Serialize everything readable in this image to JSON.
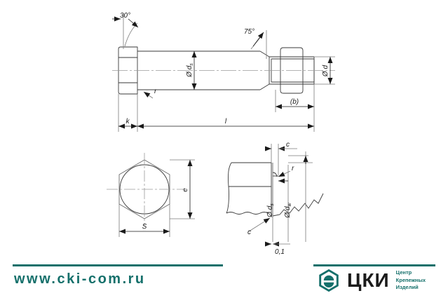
{
  "document": {
    "type": "technical-drawing",
    "subject": "hex head bolt",
    "title": ""
  },
  "drawing": {
    "views": {
      "main": {
        "name": "side-elevation",
        "labels": {
          "angle_head_chamfer": "30°",
          "angle_thread_lead": "75°",
          "shank_diameter": "Ø dₛ",
          "thread_diameter": "Ø d",
          "thread_length": "(b)",
          "head_height": "k",
          "overall_length": "l",
          "head_radius": "r"
        }
      },
      "hex": {
        "name": "head-end-view",
        "labels": {
          "across_corners": "e",
          "across_flats": "S"
        }
      },
      "detail": {
        "name": "bearing-face-detail",
        "labels": {
          "chamfer_top": "c",
          "chamfer_lower": "c",
          "fillet_radius": "r",
          "shank_diameter": "Ø dₛ",
          "washer_face_diameter": "Ø dᴡ",
          "washer_face_thickness": "0,1"
        }
      }
    }
  },
  "footer": {
    "site_url": "www.cki-com.ru",
    "logo": {
      "mark": "hexagon-logo-icon",
      "word": "ЦКИ",
      "tagline_line1": "Центр",
      "tagline_line2": "Крепежных",
      "tagline_line3": "Изделий"
    },
    "accent_color": "#15706b"
  }
}
